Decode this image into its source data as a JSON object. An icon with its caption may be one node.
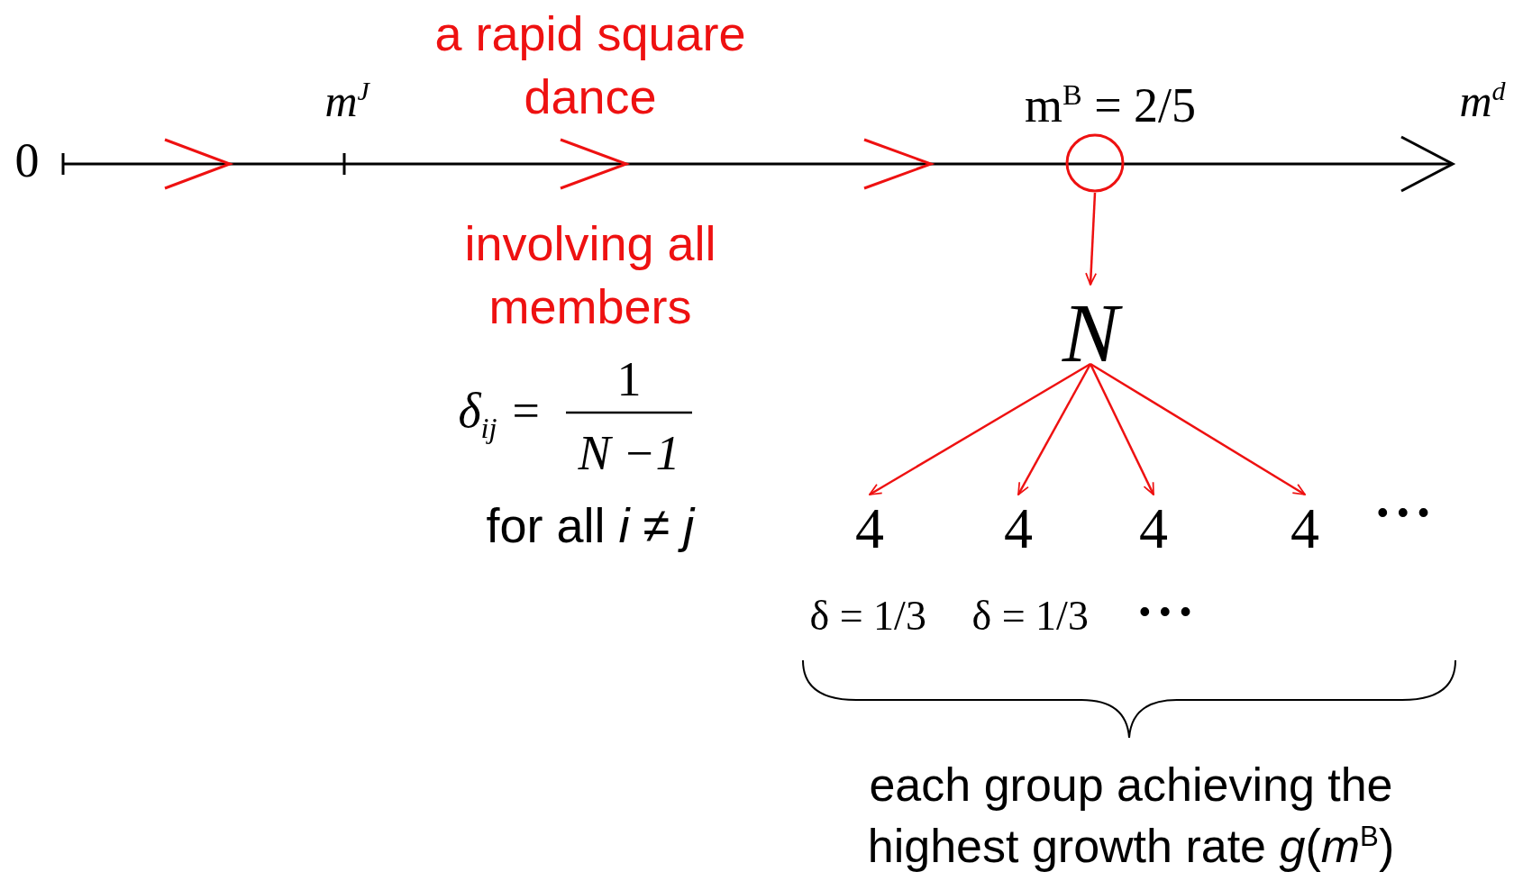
{
  "diagram": {
    "nodes": [
      {
        "text": [],
        "shape": "circle"
      },
      {
        "text": [
          "N"
        ]
      },
      {
        "text": [
          "4"
        ]
      },
      {
        "text": [
          "4"
        ]
      },
      {
        "text": [
          "4"
        ]
      },
      {
        "text": [
          "4"
        ]
      }
    ],
    "edges": [
      {
        "from": 0,
        "to": 1,
        "arrow": "to"
      },
      {
        "from": 1,
        "to": 2,
        "arrow": "to"
      },
      {
        "from": 1,
        "to": 3,
        "arrow": "to"
      },
      {
        "from": 1,
        "to": 4,
        "arrow": "to"
      },
      {
        "from": 1,
        "to": 5,
        "arrow": "to"
      }
    ],
    "labels": [
      "a rapid square dance",
      "0",
      "m$^{J}$",
      "m$^{B}$ = 2/5",
      "m$^{d}$",
      "involving all members",
      "δ$_{ij}$ =",
      "1",
      "N −1",
      "for all *i* ≠ *j*",
      "• • •",
      "δ = 1/3",
      "δ = 1/3",
      "• • •",
      "each group achieving the highest growth rate *g*(*m*$^{B}$)"
    ]
  }
}
